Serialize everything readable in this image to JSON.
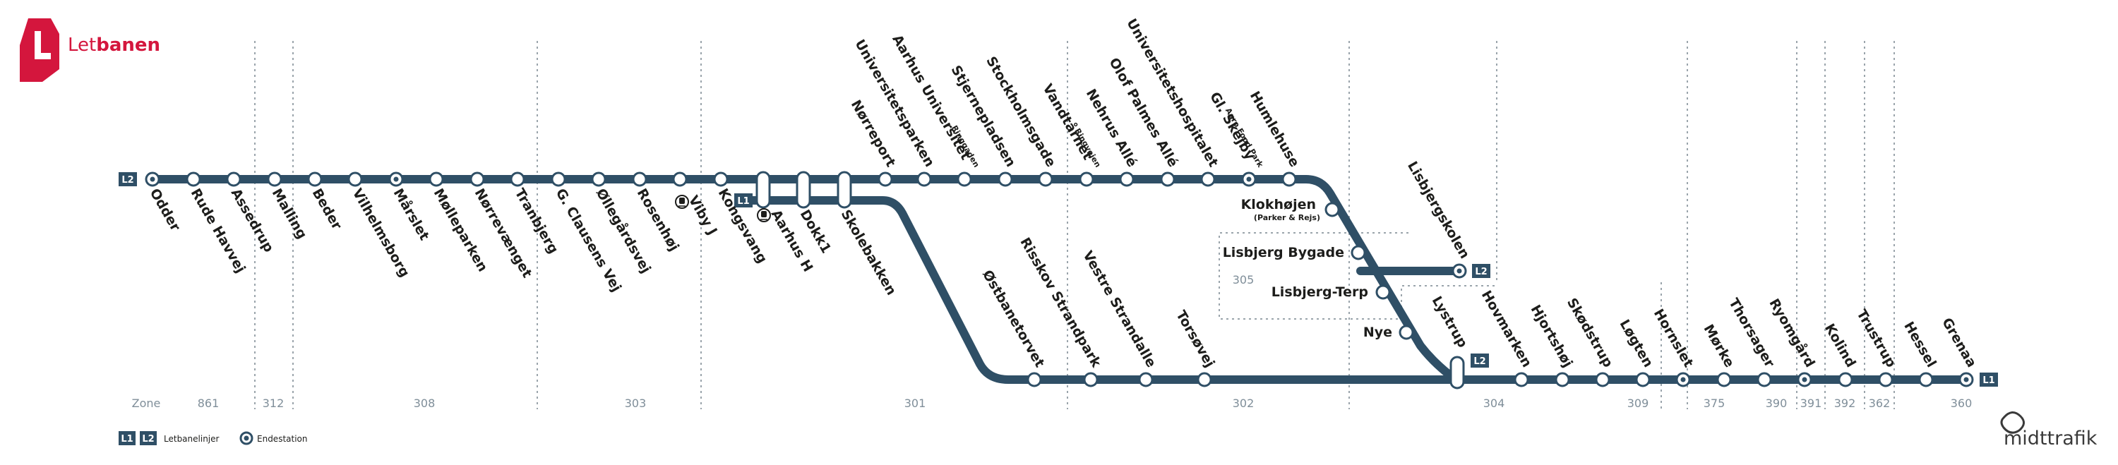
{
  "logo": {
    "text_light": "Let",
    "text_bold": "banen"
  },
  "brand": {
    "name": "midttrafik"
  },
  "colors": {
    "line": "#2f4f66",
    "accent": "#d4163d",
    "zone_text": "#7f8e99",
    "box": "#9aa4ab"
  },
  "tags": {
    "l1": "L1",
    "l2": "L2"
  },
  "legend": {
    "lines_label": "Letbanelinjer",
    "terminal_label": "Endestation"
  },
  "zones": {
    "title": "Zone",
    "bottom": [
      "861",
      "312",
      "308",
      "303",
      "301",
      "302",
      "304",
      "309",
      "375",
      "390",
      "391",
      "392",
      "362",
      "360"
    ],
    "side": "305"
  },
  "stations": {
    "odder": "Odder",
    "rude_havvej": "Rude Havvej",
    "assedrup": "Assedrup",
    "malling": "Malling",
    "beder": "Beder",
    "vilhelmsborg": "Vilhelmsborg",
    "marslet": "Mårslet",
    "mollevangen": "Mølleparken",
    "norrevangen": "Nørrevænget",
    "tranbjerg": "Tranbjerg",
    "g_clausens_vej": "G. Clausens Vej",
    "olleg": "Øllegårdsvej",
    "rosenhoj": "Rosenhøj",
    "viby_j": "Viby J",
    "kongsvang": "Kongsvang",
    "aarhus_h": "Aarhus H",
    "dokk1": "Dokk1",
    "skolebakken": "Skolebakken",
    "norreport": "Nørreport",
    "universitetsparken": "Universitetsparken",
    "aarhus_universitet": "Aarhus Universitet",
    "ringgaden_1": "Ringgaden",
    "stjernepladsen": "Stjernepladsen",
    "stockholmsgade": "Stockholmsgade",
    "vandtarnet": "Vandtårnet",
    "ringvejen": "Ringvejen",
    "nehrus_alle": "Nehrus Allé",
    "olof_palmes_alle": "Olof Palmes Allé",
    "universitetshospitalet": "Universitetshospitalet",
    "gl_skejby": "Gl. Skejby",
    "agro_food_park": "Agro Food Park",
    "humlehuse": "Humlehuse",
    "klokhojen": "Klokhøjen",
    "parker_rejs": "(Parker & Rejs)",
    "lisbjerg_bygade": "Lisbjerg Bygade",
    "lisbjerg_terp": "Lisbjerg-Terp",
    "nye": "Nye",
    "lisbjergskolen": "Lisbjergskolen",
    "lystrup": "Lystrup",
    "ostbanetorvet": "Østbanetorvet",
    "risskov_strandpark": "Risskov Strandpark",
    "vestre_strandalle": "Vestre Strandalle",
    "torsovej": "Torsøvej",
    "hovmarken": "Hovmarken",
    "hjortshoj": "Hjortshøj",
    "skodstrup": "Skødstrup",
    "logten": "Løgten",
    "hornslet": "Hornslet",
    "morke": "Mørke",
    "thorsager": "Thorsager",
    "ryomgard": "Ryomgård",
    "kolind": "Kolind",
    "trustrup": "Trustrup",
    "hessel": "Hessel",
    "grenaa": "Grenaa"
  }
}
